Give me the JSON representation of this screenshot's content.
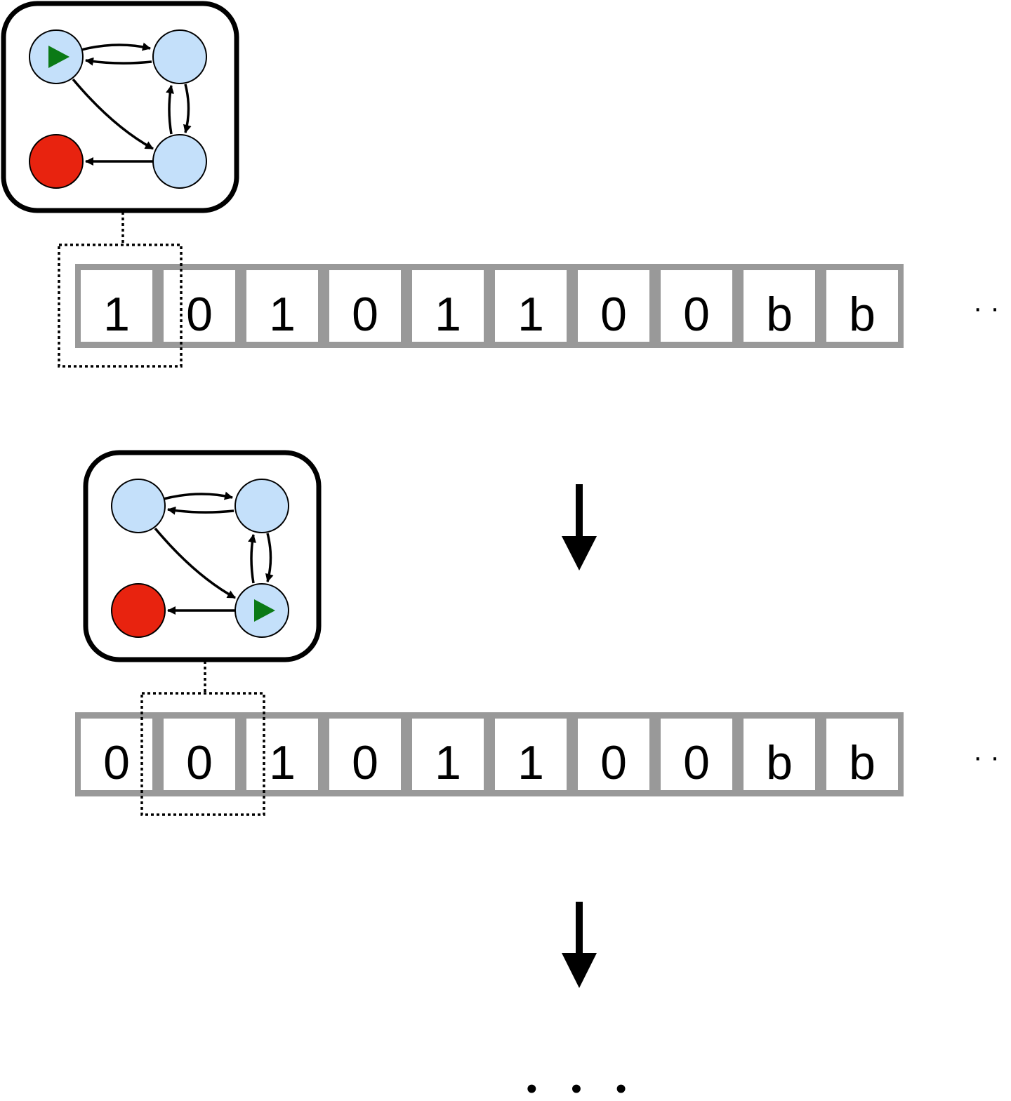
{
  "colors": {
    "state_fill": "#c4e0fa",
    "halt_fill": "#e8230f",
    "head_marker": "#0b7a16",
    "tape_border": "#999999",
    "ink": "#000000"
  },
  "steps": [
    {
      "tape": [
        "1",
        "0",
        "1",
        "0",
        "1",
        "1",
        "0",
        "0",
        "b",
        "b"
      ],
      "head_index": 0,
      "active_state": "state-1",
      "tape_ellipsis": "· ·"
    },
    {
      "tape": [
        "0",
        "0",
        "1",
        "0",
        "1",
        "1",
        "0",
        "0",
        "b",
        "b"
      ],
      "head_index": 1,
      "active_state": "state-3",
      "tape_ellipsis": "· ·"
    }
  ],
  "continuation": "• • •"
}
